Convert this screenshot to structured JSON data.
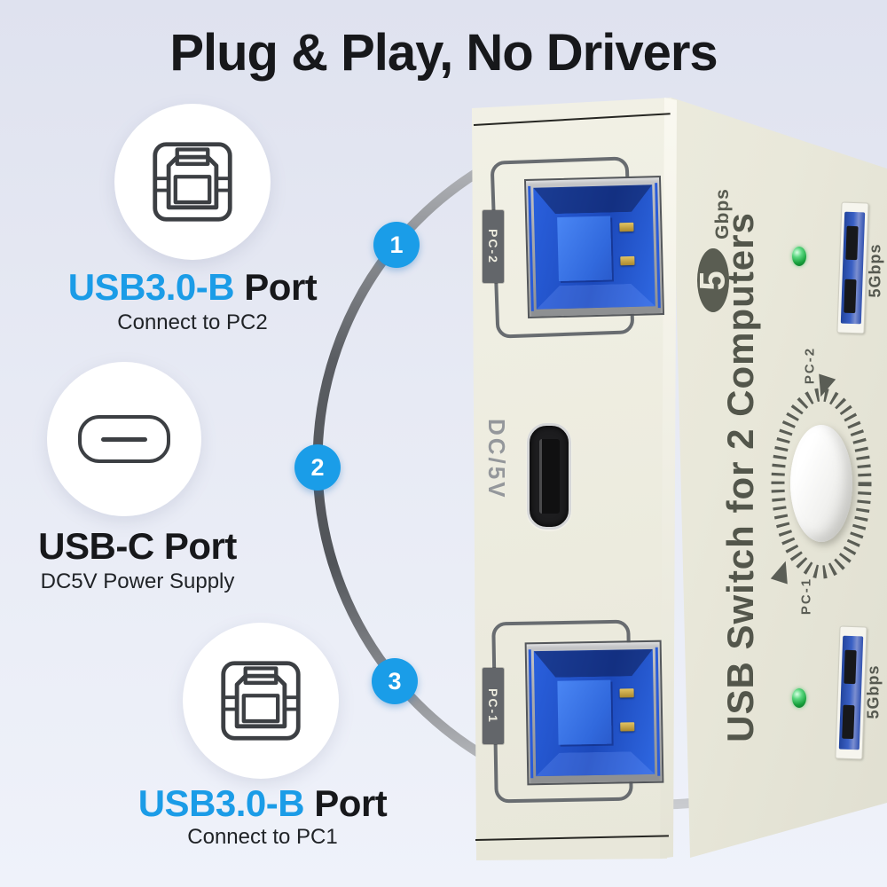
{
  "title": "Plug & Play, No Drivers",
  "colors": {
    "accent_blue": "#1b9ce7",
    "badge_blue": "#1a9de8",
    "text_dark": "#17181b",
    "icon_stroke": "#3c3f43",
    "device_cream": "#efeee2",
    "usb_blue": "#2a5cd8",
    "label_gray": "#5a5d55",
    "led_green": "#17a03c"
  },
  "callouts": [
    {
      "badge": "1",
      "icon": "usb-b-port-icon",
      "heading_accent": "USB3.0-B",
      "heading_rest": " Port",
      "subtitle": "Connect to PC2"
    },
    {
      "badge": "2",
      "icon": "usb-c-port-icon",
      "heading_accent": "",
      "heading_rest": "USB-C Port",
      "subtitle": "DC5V Power Supply"
    },
    {
      "badge": "3",
      "icon": "usb-b-port-icon",
      "heading_accent": "USB3.0-B",
      "heading_rest": " Port",
      "subtitle": "Connect to PC1"
    }
  ],
  "device": {
    "front": {
      "pc2_port_label": "PC-2",
      "dc_port_label": "DC/5V",
      "pc1_port_label": "PC-1"
    },
    "side": {
      "speed_digit": "5",
      "speed_unit": "Gbps",
      "product_text": "USB Switch for 2 Computers",
      "dial_top_label": "PC-2",
      "dial_bottom_label": "PC-1",
      "usb_a_port_labels": [
        "5Gbps",
        "5Gbps"
      ]
    }
  }
}
